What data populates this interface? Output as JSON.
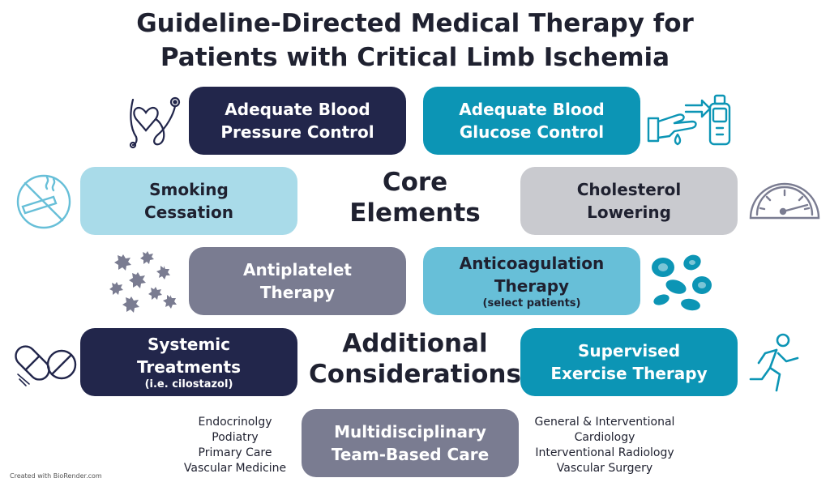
{
  "title": {
    "line1": "Guideline-Directed Medical Therapy for",
    "line2": "Patients with Critical Limb Ischemia"
  },
  "core": {
    "label_line1": "Core",
    "label_line2": "Elements",
    "bp": {
      "line1": "Adequate Blood",
      "line2": "Pressure Control"
    },
    "glucose": {
      "line1": "Adequate Blood",
      "line2": "Glucose Control"
    },
    "smoking": {
      "line1": "Smoking",
      "line2": "Cessation"
    },
    "cholesterol": {
      "line1": "Cholesterol",
      "line2": "Lowering"
    },
    "antiplatelet": {
      "line1": "Antiplatelet",
      "line2": "Therapy"
    },
    "anticoag": {
      "line1": "Anticoagulation",
      "line2": "Therapy",
      "note": "(select patients)"
    }
  },
  "additional": {
    "label_line1": "Additional",
    "label_line2": "Considerations",
    "systemic": {
      "line1": "Systemic",
      "line2": "Treatments",
      "note": "(i.e. cilostazol)"
    },
    "exercise": {
      "line1": "Supervised",
      "line2": "Exercise Therapy"
    },
    "team": {
      "line1": "Multidisciplinary",
      "line2": "Team-Based Care"
    }
  },
  "team_left": [
    "Endocrinolgy",
    "Podiatry",
    "Primary Care",
    "Vascular Medicine"
  ],
  "team_right": [
    "General & Interventional",
    "Cardiology",
    "Interventional Radiology",
    "Vascular Surgery"
  ],
  "footer": "Created with BioRender.com",
  "colors": {
    "navy": "#22264b",
    "teal": "#0c95b5",
    "light_blue": "#a9dbe9",
    "gray": "#c9cacf",
    "slate": "#7a7c91",
    "sky": "#67bfd8"
  },
  "icons": [
    "stethoscope-heart-icon",
    "glucometer-hand-icon",
    "no-smoking-icon",
    "gauge-icon",
    "platelets-icon",
    "blood-cells-icon",
    "pills-icon",
    "running-person-icon"
  ]
}
